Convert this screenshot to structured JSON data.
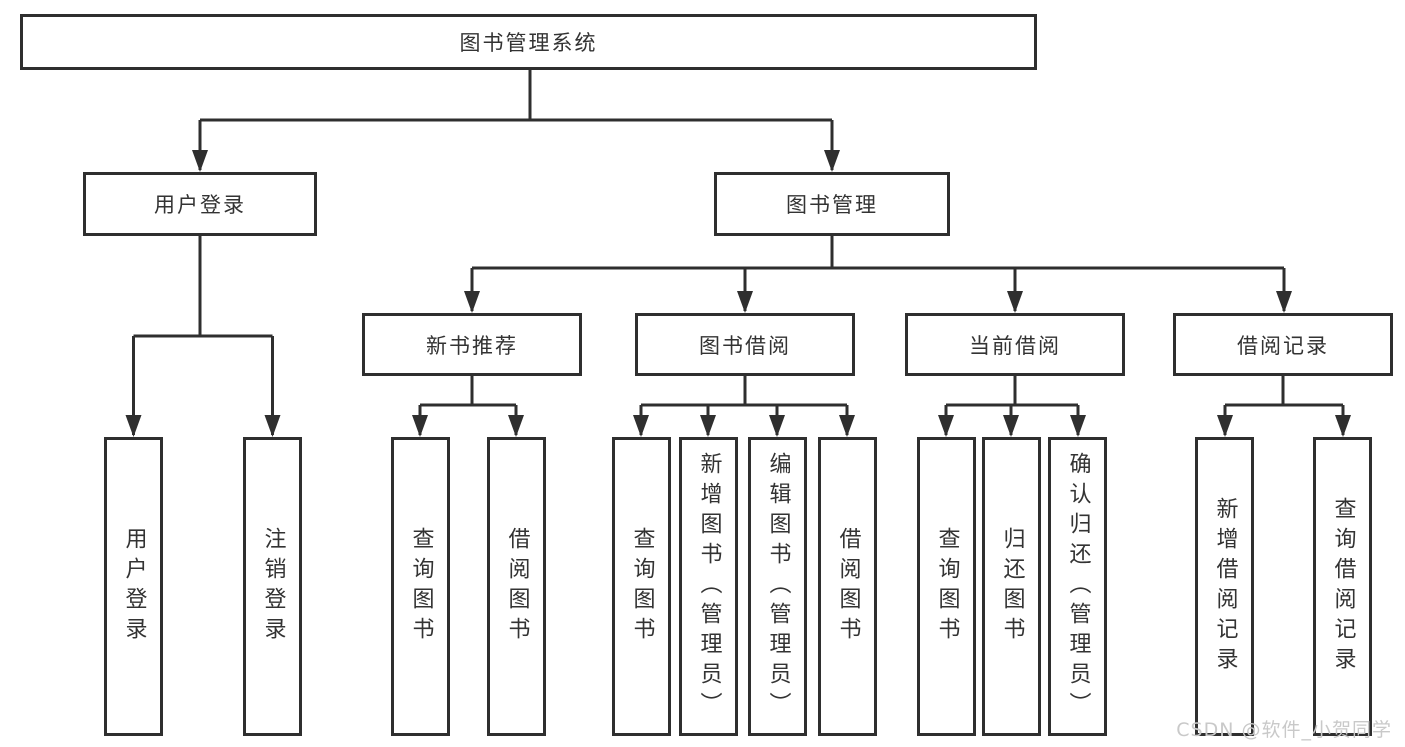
{
  "diagram": {
    "title_node": {
      "label": "图书管理系统"
    },
    "level2": [
      {
        "label": "用户登录"
      },
      {
        "label": "图书管理"
      }
    ],
    "level3": [
      {
        "label": "新书推荐"
      },
      {
        "label": "图书借阅"
      },
      {
        "label": "当前借阅"
      },
      {
        "label": "借阅记录"
      }
    ],
    "leaves": {
      "user_login": [
        "用户登录",
        "注销登录"
      ],
      "new_book": [
        "查询图书",
        "借阅图书"
      ],
      "book_borrow": [
        "查询图书",
        "新增图书（管理员）",
        "编辑图书（管理员）",
        "借阅图书"
      ],
      "current_borrow": [
        "查询图书",
        "归还图书",
        "确认归还（管理员）"
      ],
      "borrow_record": [
        "新增借阅记录",
        "查询借阅记录"
      ]
    }
  },
  "watermark": "CSDN @软件_小贺同学",
  "colors": {
    "line": "#2f2f2f",
    "text": "#333333",
    "watermark": "#c9c9c9",
    "bg": "#ffffff"
  }
}
